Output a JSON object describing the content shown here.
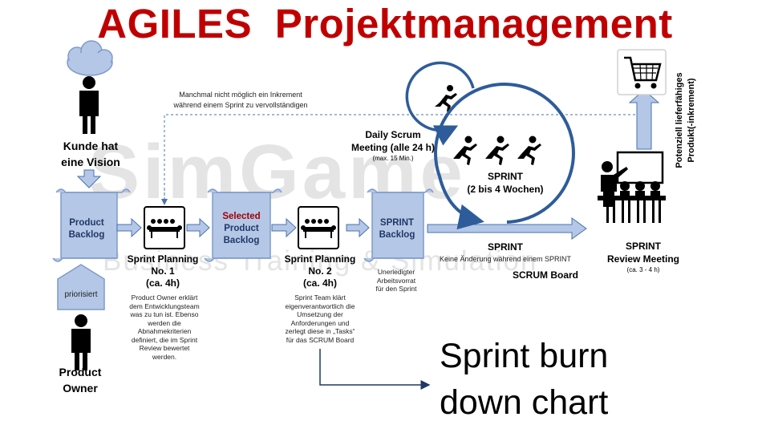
{
  "title": "AGILES  Projektmanagement",
  "watermark": {
    "line1": "SimGame",
    "line2": "Business Training & Simulation"
  },
  "customer": {
    "line1": "Kunde hat",
    "line2": "eine Vision"
  },
  "owner": {
    "line1": "Product",
    "line2": "Owner",
    "badge": "priorisiert"
  },
  "product_backlog": {
    "line1": "Product",
    "line2": "Backlog"
  },
  "selected_backlog": {
    "line1": "Selected",
    "line2": "Product",
    "line3": "Backlog"
  },
  "sprint_backlog": {
    "line1": "SPRINT",
    "line2": "Backlog",
    "note1": "Unerledigter",
    "note2": "Arbeitsvorrat",
    "note3": "für den Sprint"
  },
  "planning1": {
    "line1": "Sprint Planning",
    "line2": "No. 1",
    "line3": "(ca. 4h)",
    "desc": [
      "Product Owner erklärt",
      "dem Entwicklungsteam",
      "was zu tun ist. Ebenso",
      "werden die",
      "Abnahmekriterien",
      "definiert, die im Sprint",
      "Review bewertet",
      "werden."
    ]
  },
  "planning2": {
    "line1": "Sprint Planning",
    "line2": "No. 2",
    "line3": "(ca. 4h)",
    "desc": [
      "Sprint Team klärt",
      "eigenverantwortlich die",
      "Umsetzung der",
      "Anforderungen und",
      "zerlegt diese in „Tasks“",
      "für das SCRUM Board"
    ]
  },
  "increment_note": {
    "line1": "Manchmal nicht möglich ein Inkrement",
    "line2": "während einem Sprint zu vervollständigen"
  },
  "daily": {
    "line1": "Daily Scrum",
    "line2": "Meeting (alle 24 h)",
    "line3": "(max. 15 Min.)"
  },
  "sprint_circle": {
    "line1": "SPRINT",
    "line2": "(2 bis 4 Wochen)"
  },
  "sprint_arrow": {
    "label": "SPRINT",
    "note": "Keine Änderung während einem SPRINT",
    "board": "SCRUM Board"
  },
  "review": {
    "line1": "SPRINT",
    "line2": "Review Meeting",
    "line3": "(ca. 3 - 4 h)"
  },
  "potential": {
    "line1": "Potenziell lieferfähiges",
    "line2": "Produkt(-inkrement)"
  },
  "burndown": {
    "line1": "Sprint burn",
    "line2": "down chart"
  },
  "colors": {
    "title": "#c00000",
    "scroll": "#b4c7e7",
    "scroll_border": "#7f9bc9",
    "arrow": "#b4c7e7",
    "arrow_border": "#4a72b0",
    "circle": "#2e5c9a",
    "selected": "#a00000"
  }
}
